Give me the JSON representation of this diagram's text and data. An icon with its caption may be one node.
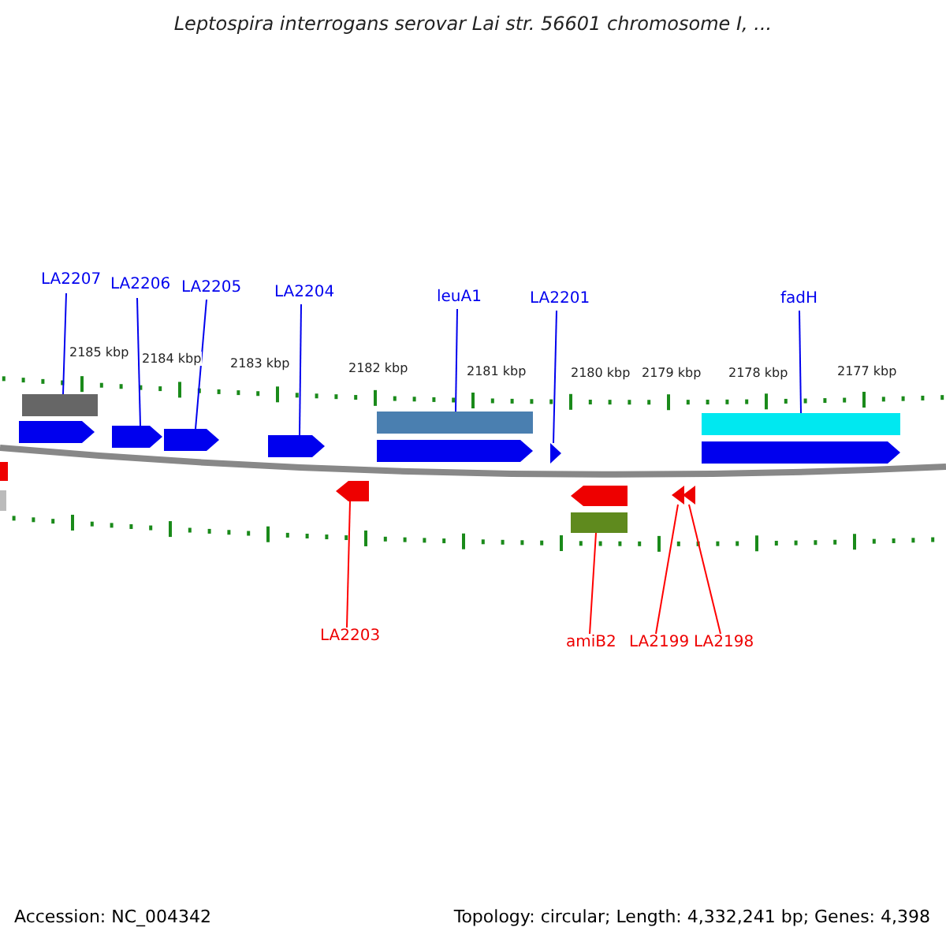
{
  "diagram": {
    "title": "Leptospira interrogans serovar Lai str. 56601 chromosome I, ...",
    "nodes": [
      {
        "text": [
          "LA2207"
        ]
      },
      {
        "text": [
          "LA2206"
        ]
      },
      {
        "text": [
          "LA2205"
        ]
      },
      {
        "text": [
          "LA2204"
        ]
      },
      {
        "text": [
          "leuA1"
        ]
      },
      {
        "text": [
          "LA2201"
        ]
      },
      {
        "text": [
          "fadH"
        ]
      },
      {
        "text": [
          "LA2203"
        ]
      },
      {
        "text": [
          "amiB2"
        ]
      },
      {
        "text": [
          "LA2199"
        ]
      },
      {
        "text": [
          "LA2198"
        ]
      },
      {
        "text": [],
        "shape": "arrow"
      },
      {
        "text": [],
        "shape": "bar"
      },
      {
        "text": [],
        "shape": "bar"
      },
      {
        "text": [],
        "shape": "arrow"
      },
      {
        "text": [],
        "shape": "arrow"
      },
      {
        "text": [],
        "shape": "arrow"
      },
      {
        "text": [],
        "shape": "arrow"
      },
      {
        "text": [],
        "shape": "arrow"
      },
      {
        "text": [],
        "shape": "bar"
      },
      {
        "text": [],
        "shape": "arrow"
      },
      {
        "text": [],
        "shape": "arrow"
      },
      {
        "text": [],
        "shape": "arrow"
      },
      {
        "text": [],
        "shape": "bar"
      },
      {
        "text": [],
        "shape": "arrow"
      },
      {
        "text": [],
        "shape": "arrow"
      },
      {
        "text": [],
        "shape": "bar"
      },
      {
        "text": [],
        "shape": "arrow"
      }
    ],
    "edges": [
      {
        "from": 0,
        "to": 13,
        "arrow": "none"
      },
      {
        "from": 1,
        "to": 15,
        "arrow": "none"
      },
      {
        "from": 2,
        "to": 16,
        "arrow": "none"
      },
      {
        "from": 3,
        "to": 17,
        "arrow": "none"
      },
      {
        "from": 4,
        "to": 19,
        "arrow": "none"
      },
      {
        "from": 5,
        "to": 21,
        "arrow": "none"
      },
      {
        "from": 6,
        "to": 26,
        "arrow": "none"
      },
      {
        "from": 7,
        "to": 18,
        "arrow": "none",
        "color": "#ff0000"
      },
      {
        "from": 8,
        "to": 23,
        "arrow": "none",
        "color": "#ff0000"
      },
      {
        "from": 9,
        "to": 24,
        "arrow": "none",
        "color": "#ff0000"
      },
      {
        "from": 10,
        "to": 25,
        "arrow": "none",
        "color": "#ff0000"
      }
    ],
    "labels": [
      "2185 kbp",
      "2184 kbp",
      "2183 kbp",
      "2182 kbp",
      "2181 kbp",
      "2180 kbp",
      "2179 kbp",
      "2178 kbp",
      "2177 kbp",
      "Accession: NC_004342",
      "Topology: circular; Length: 4,332,241 bp; Genes: 4,398"
    ]
  }
}
